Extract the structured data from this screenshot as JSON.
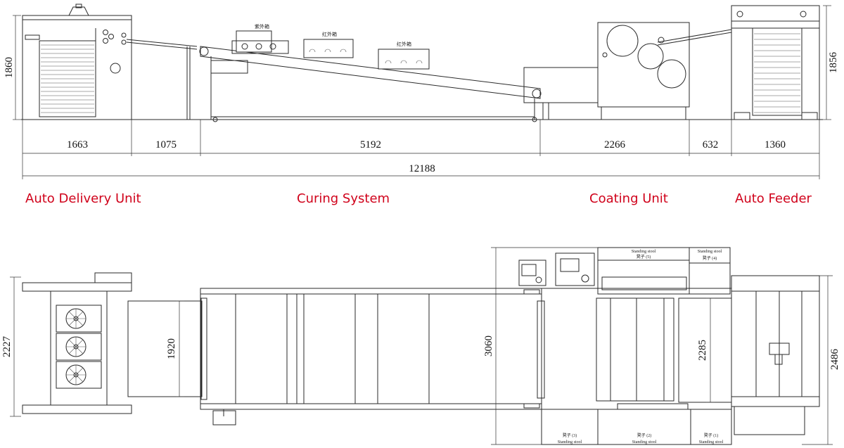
{
  "side_view": {
    "height_left": "1860",
    "height_right": "1856",
    "segments": [
      "1663",
      "1075",
      "5192",
      "2266",
      "632",
      "1360"
    ],
    "total": "12188",
    "box_labels": [
      "紫外箱",
      "红外箱",
      "红外箱"
    ]
  },
  "units": {
    "delivery": "Auto Delivery Unit",
    "curing": "Curing System",
    "coating": "Coating Unit",
    "feeder": "Auto Feeder"
  },
  "top_view": {
    "height_left": "2227",
    "width_delivery": "1920",
    "width_curing": "3060",
    "width_coating": "2285",
    "height_right": "2486",
    "stools": [
      {
        "en": "Standing stool",
        "cn": "凳子 (5)"
      },
      {
        "en": "Standing stool",
        "cn": "凳子 (4)"
      },
      {
        "en": "Standing stool",
        "cn": "凳子 (3)"
      },
      {
        "en": "Standing stool",
        "cn": "凳子 (2)"
      },
      {
        "en": "Standing stool",
        "cn": "凳子 (1)"
      }
    ]
  },
  "colors": {
    "label_red": "#d0021b",
    "line": "#2a2a2a"
  }
}
